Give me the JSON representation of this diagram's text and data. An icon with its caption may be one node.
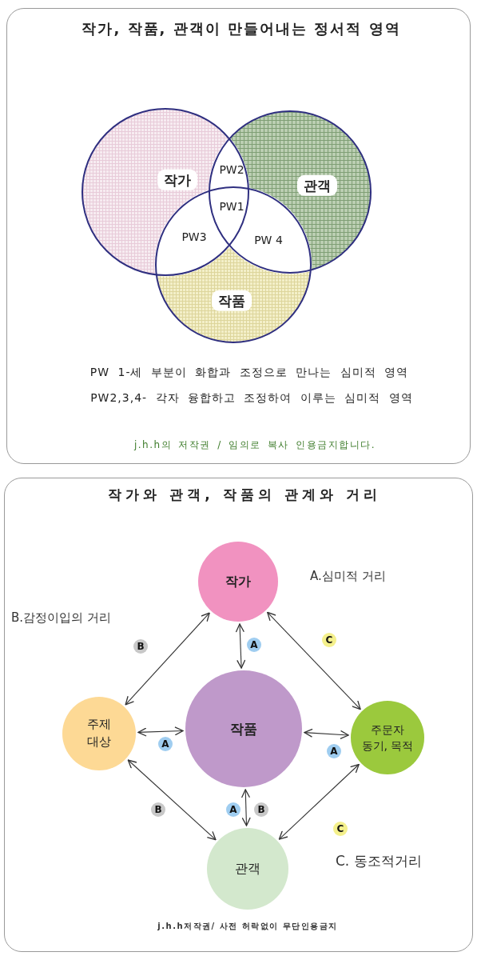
{
  "diagram": {
    "nodes": [
      {
        "text": [
          "작가, 작품, 관객이 만들어내는 정서적 영역"
        ]
      },
      {
        "text": [
          "작가"
        ],
        "in": 0
      },
      {
        "text": [
          "관객"
        ],
        "in": 0
      },
      {
        "text": [
          "작품"
        ],
        "in": 0
      },
      {
        "text": [
          "작가와 관객, 작품의 관계와 거리"
        ]
      },
      {
        "text": [
          "작가"
        ],
        "in": 4
      },
      {
        "text": [
          "주제 대상"
        ],
        "in": 4
      },
      {
        "text": [
          "작품"
        ],
        "in": 4
      },
      {
        "text": [
          "주문자 동기, 목적"
        ],
        "in": 4
      },
      {
        "text": [
          "관객"
        ],
        "in": 4
      }
    ],
    "edges": [
      {
        "from": 5,
        "to": 7,
        "arrow": "both",
        "label": "A"
      },
      {
        "from": 5,
        "to": 6,
        "arrow": "both",
        "label": "B"
      },
      {
        "from": 5,
        "to": 8,
        "arrow": "both",
        "label": "C"
      },
      {
        "from": 6,
        "to": 7,
        "arrow": "both",
        "label": "A"
      },
      {
        "from": 7,
        "to": 8,
        "arrow": "both",
        "label": "A"
      },
      {
        "from": 6,
        "to": 9,
        "arrow": "both",
        "label": "B"
      },
      {
        "from": 7,
        "to": 9,
        "arrow": "both",
        "label": "A"
      },
      {
        "from": 8,
        "to": 9,
        "arrow": "both",
        "label": "C"
      }
    ],
    "labels": [
      "PW2",
      "PW1",
      "PW3",
      "PW 4",
      "PW 1-세 부분이 화합과 조정으로 만나는 심미적 영역",
      "PW2,3,4- 각자 융합하고 조정하여 이루는 심미적 영역",
      "j.h.h의 저작권 / 임의로 복사 인용금지합니다.",
      "A.심미적 거리",
      "B.감정이입의 거리",
      "B",
      "C. 동조적거리",
      "j.h.h저작권/ 사전 허락없이 무단인용금지"
    ]
  }
}
